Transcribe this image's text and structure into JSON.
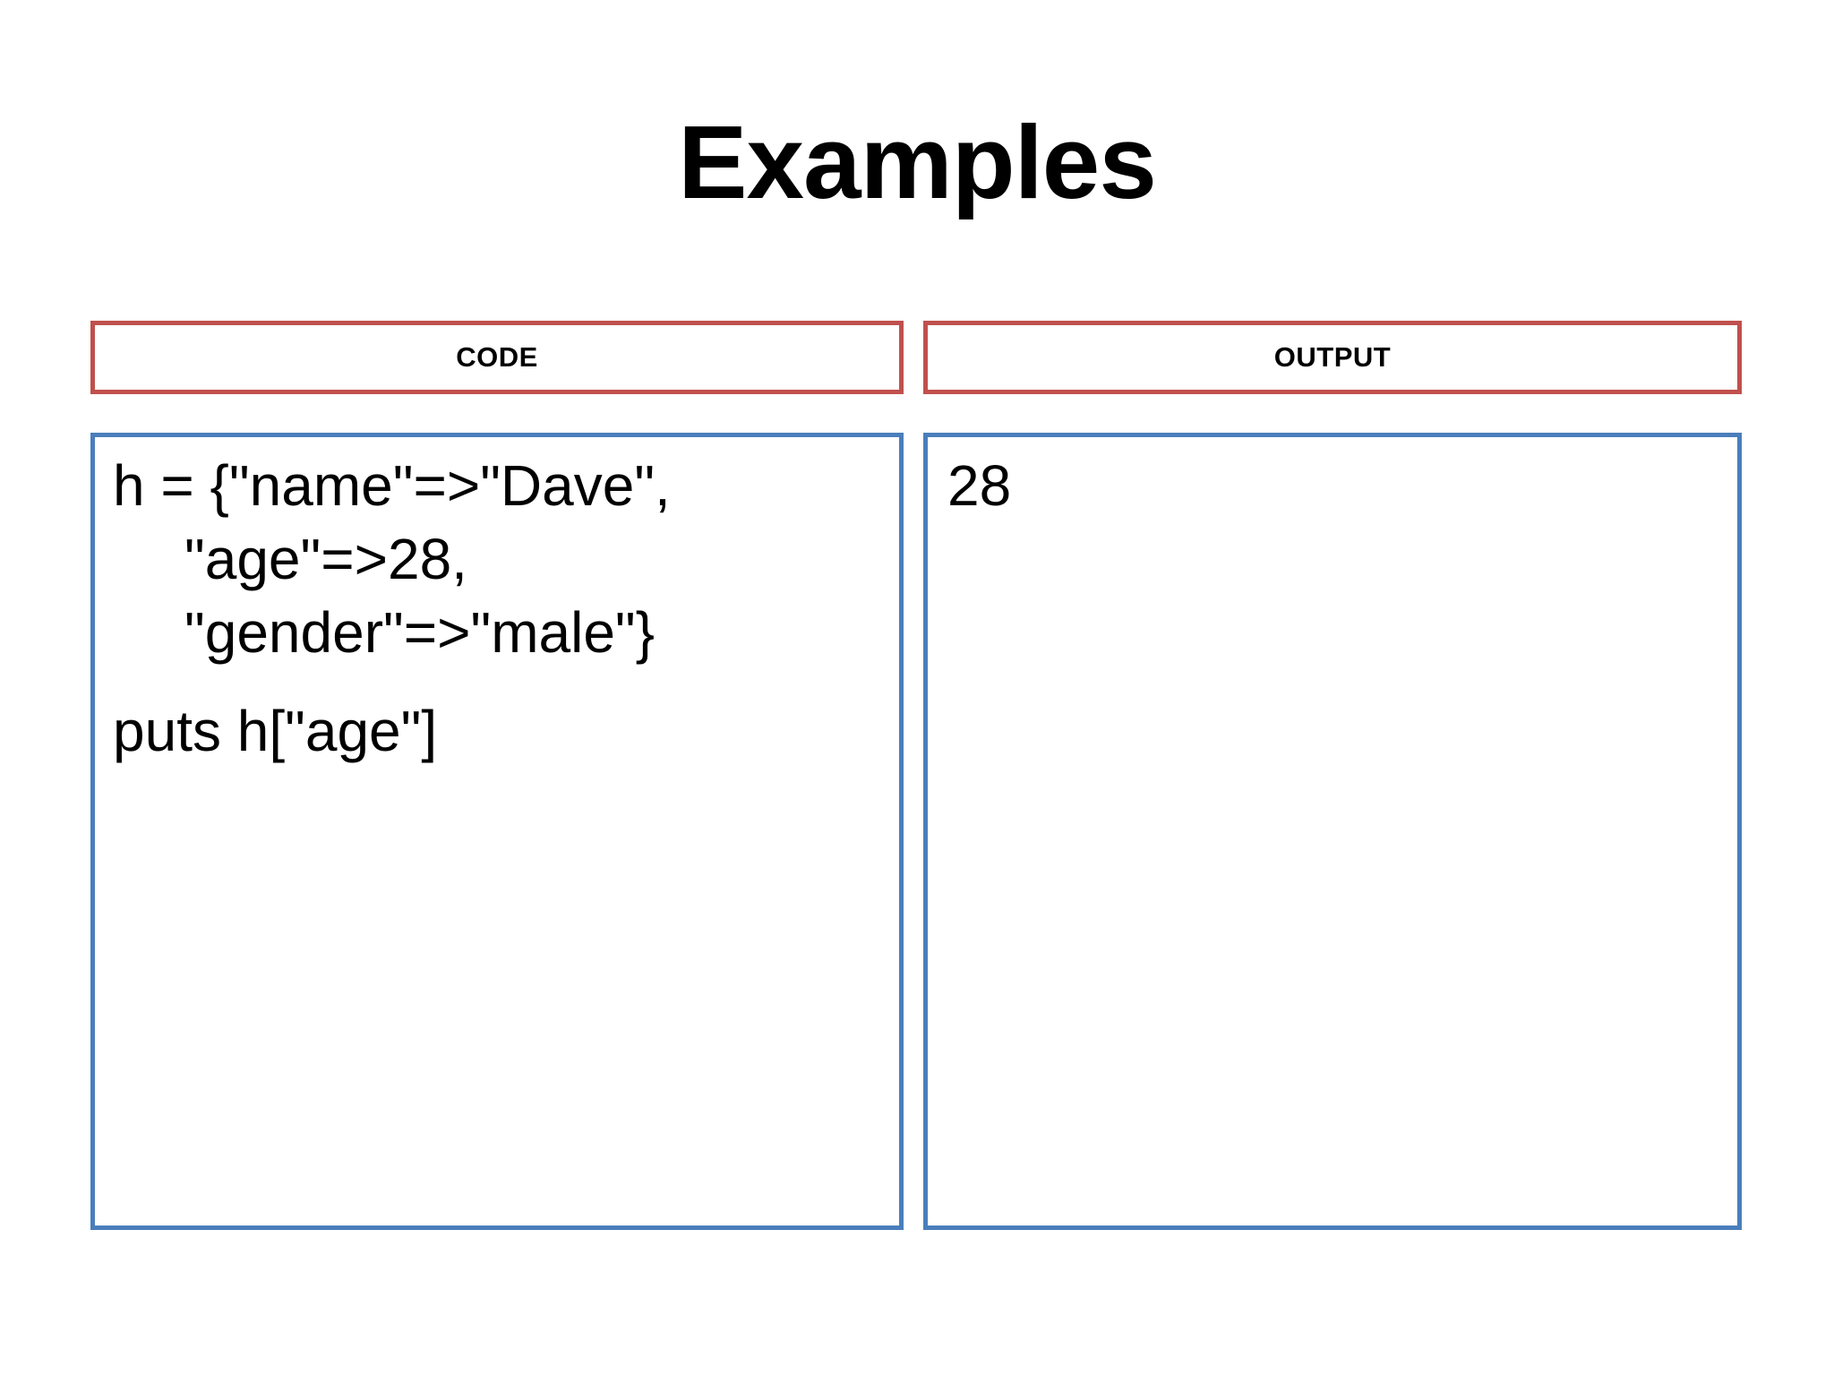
{
  "slide": {
    "title": "Examples",
    "colors": {
      "header_border": "#C0504D",
      "panel_border": "#4A7EBB",
      "background": "#FFFFFF",
      "text": "#000000"
    }
  },
  "columns": {
    "code": {
      "header_label": "CODE",
      "lines": [
        {
          "text": "h = {\"name\"=>\"Dave\",",
          "indent": false,
          "gap_before": false
        },
        {
          "text": "\"age\"=>28,",
          "indent": true,
          "gap_before": false
        },
        {
          "text": "\"gender\"=>\"male\"}",
          "indent": true,
          "gap_before": false
        },
        {
          "text": "puts h[\"age\"]",
          "indent": false,
          "gap_before": true
        }
      ]
    },
    "output": {
      "header_label": "OUTPUT",
      "lines": [
        {
          "text": "28"
        }
      ]
    }
  }
}
